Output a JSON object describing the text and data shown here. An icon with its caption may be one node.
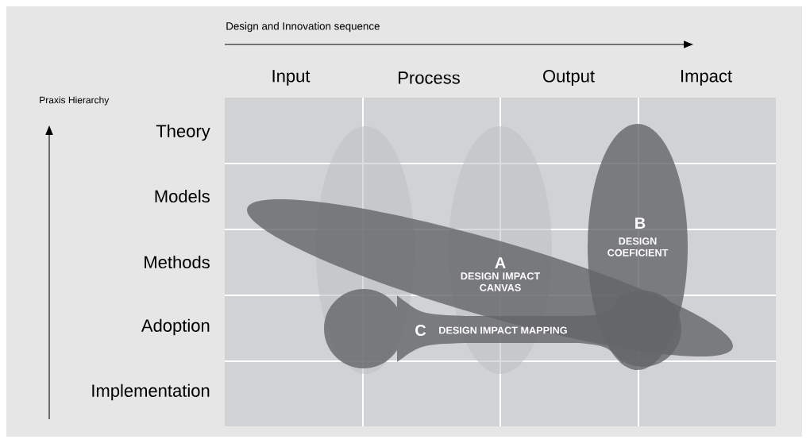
{
  "diagram": {
    "nodes": [
      {
        "text": [
          "B",
          "DESIGN COEFICIENT"
        ]
      },
      {
        "text": [
          "A",
          "DESIGN IMPACT CANVAS"
        ]
      },
      {
        "text": [
          "C",
          "DESIGN IMPACT MAPPING"
        ]
      }
    ],
    "labels": [
      "Design and Innovation sequence",
      "Input",
      "Process",
      "Output",
      "Impact",
      "Praxis Hierarchy",
      "Theory",
      "Models",
      "Methods",
      "Adoption",
      "Implementation"
    ]
  }
}
